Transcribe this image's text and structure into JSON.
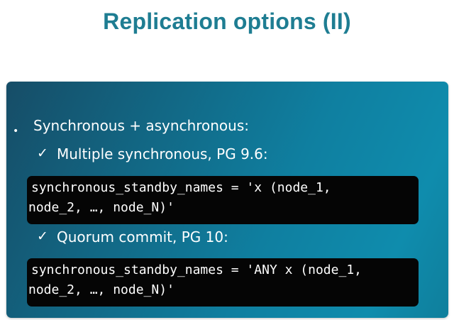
{
  "slide": {
    "title": "Replication options (II)"
  },
  "content": {
    "bullet": "•",
    "main_item": "Synchronous + asynchronous:",
    "check_glyph": "✓",
    "sub_item_1": "Multiple synchronous, PG 9.6:",
    "code_1_line_1": "synchronous_standby_names = 'x (node_1,",
    "code_1_line_2": "node_2, …, node_N)'",
    "sub_item_2": "Quorum commit, PG 10:",
    "code_2_line_1": "synchronous_standby_names = 'ANY x (node_1,",
    "code_2_line_2": "node_2, …, node_N)'"
  },
  "colors": {
    "title": "#1e7d92",
    "panel_dark": "#164d67",
    "panel_light": "#0f8cad",
    "code_background": "#050505",
    "text": "#ffffff"
  }
}
